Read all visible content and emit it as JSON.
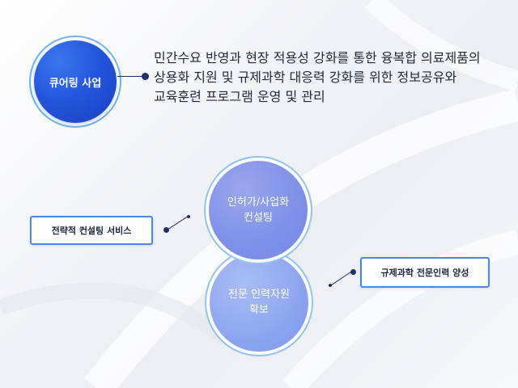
{
  "top": {
    "circle_label": "큐어링 사업",
    "description_lines": [
      "민간수요 반영과 현장 적용성 강화를 통한 융복합 의료제품의",
      "상용화 지원 및 규제과학 대응력 강화를 위한 정보공유와",
      "교육훈련 프로그램 운영 및 관리"
    ]
  },
  "center": {
    "upper_circle": {
      "line1": "인허가/사업화",
      "line2": "컨설팅"
    },
    "lower_circle": {
      "line1": "전문 인력자원",
      "line2": "확보"
    }
  },
  "left_box": {
    "label": "전략적 컨설팅 서비스"
  },
  "right_box": {
    "label": "규제과학 전문인력 양성"
  },
  "colors": {
    "top_circle": "#2457dc",
    "box_border": "#4a86e6",
    "ring_border": "#8fc3f0",
    "connector": "#1f2f6a"
  }
}
